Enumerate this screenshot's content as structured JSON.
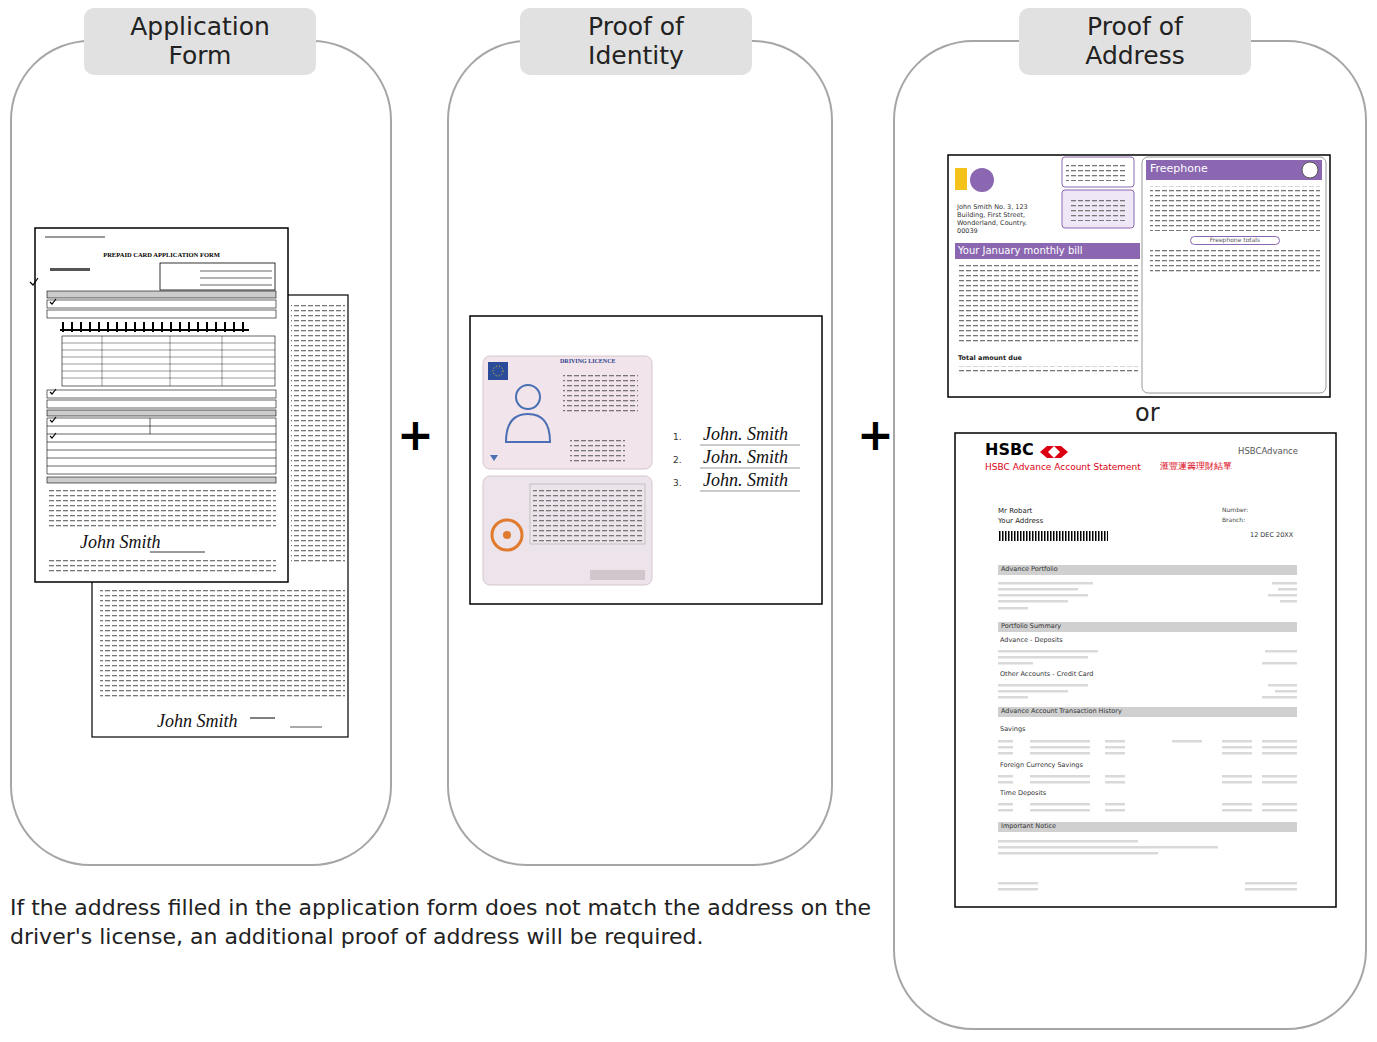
{
  "diagram": {
    "nodes": [
      {
        "text": [
          "Application Form"
        ]
      },
      {
        "text": [
          "PREPAID CARD APPLICATION FORM",
          "John Smith"
        ],
        "in": 0
      },
      {
        "text": [
          "John Smith"
        ],
        "in": 0
      },
      {
        "text": [
          "Proof of Identity"
        ]
      },
      {
        "text": [
          "DRIVING LICENCE",
          "1.",
          "John. Smith",
          "2.",
          "John. Smith",
          "3.",
          "John. Smith"
        ],
        "in": 3
      },
      {
        "text": [
          "Proof of Address"
        ]
      },
      {
        "text": [
          "John Smith No. 3, 123 Building, First Street, Wonderland, Country. 00039",
          "Your January monthly bill",
          "Freephone",
          "Freephone totals",
          "Total amount due"
        ],
        "in": 5
      },
      {
        "text": [
          "HSBC",
          "HSBC Advance Account Statement",
          "滙豐運籌理財結單",
          "HSBCAdvance",
          "Mr Robart",
          "Your Address",
          "Number:",
          "Branch:",
          "12 DEC 20XX",
          "Advance Portfolio",
          "Portfolio Summary",
          "Advance - Deposits",
          "Other Accounts - Credit Card",
          "Advance Account Transaction History",
          "Savings",
          "Foreign Currency Savings",
          "Time Deposits",
          "Important Notice"
        ],
        "in": 5
      }
    ],
    "labels": [
      "+",
      "+",
      "or",
      "If the address filled in the application form does not match the address on the driver's license, an additional proof of address will be required."
    ]
  }
}
